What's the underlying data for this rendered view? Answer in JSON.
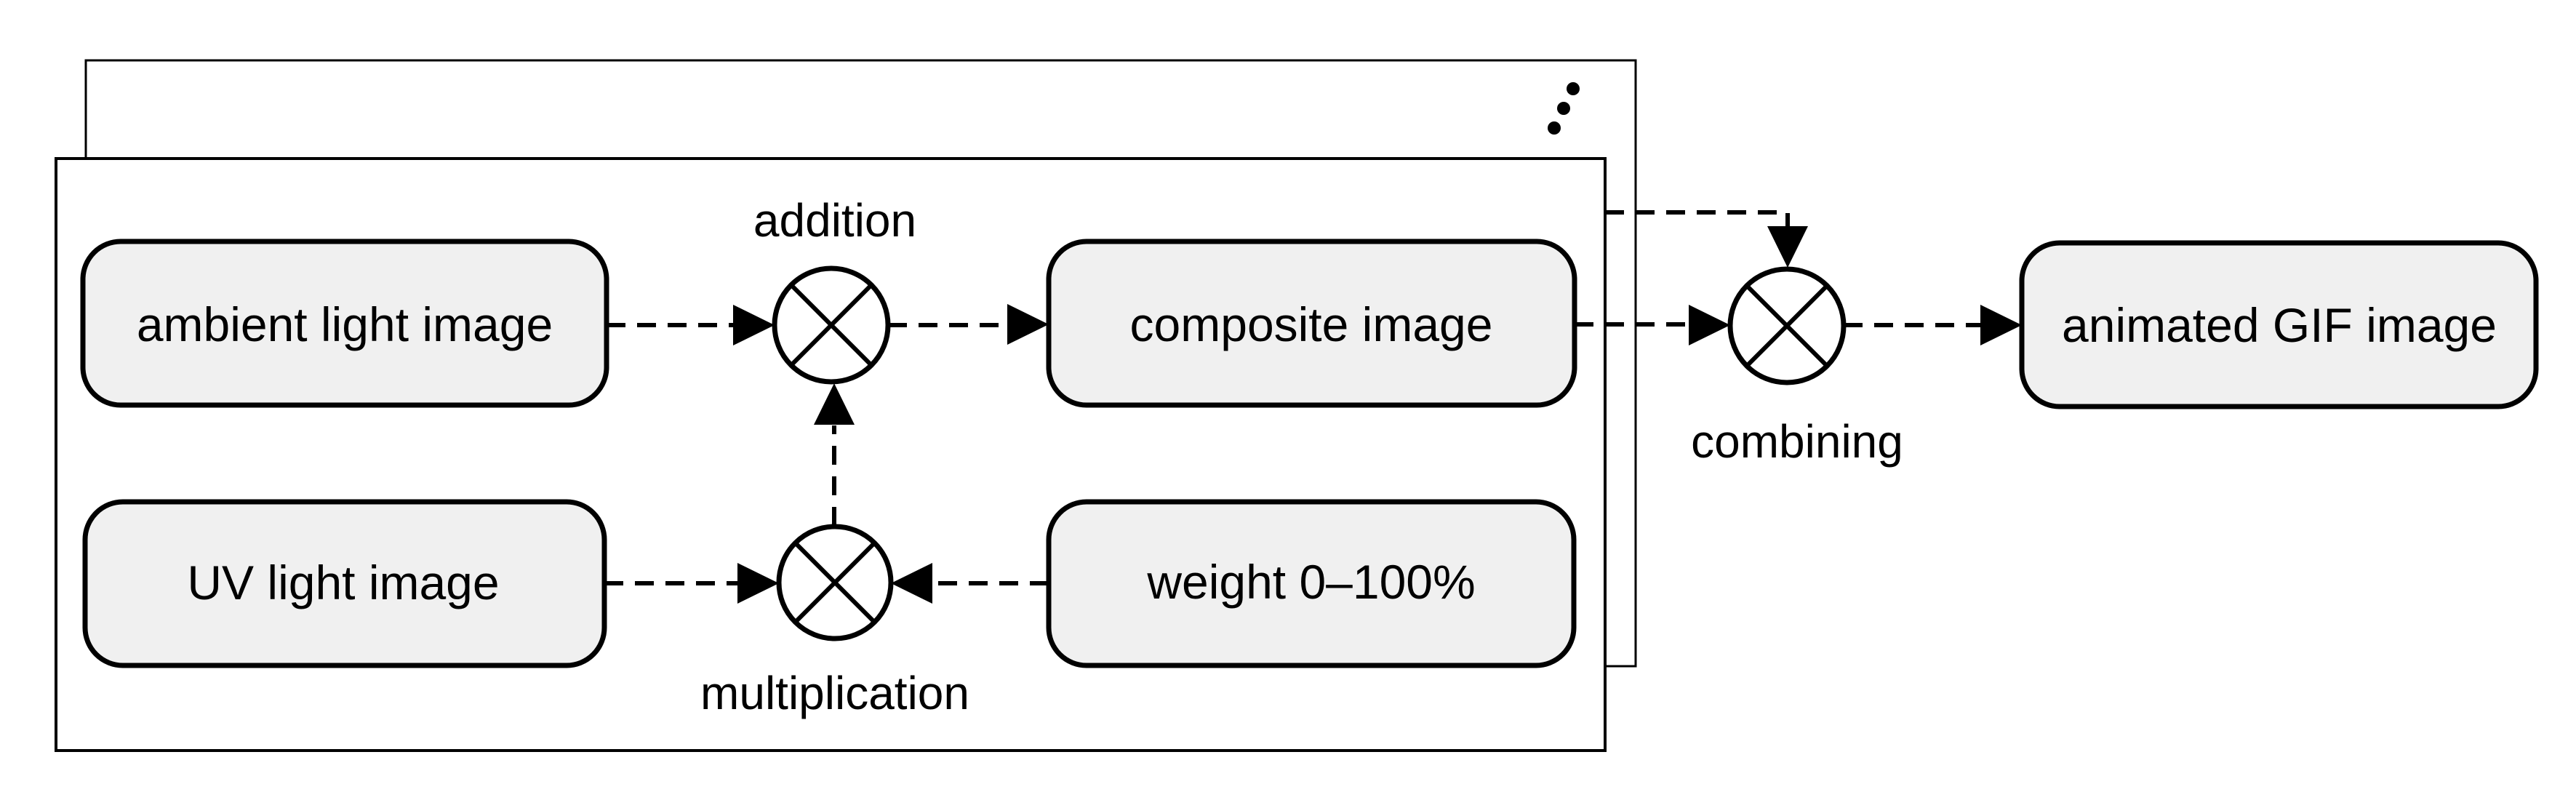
{
  "nodes": {
    "ambient": {
      "label": "ambient light image"
    },
    "uv": {
      "label": "UV light image"
    },
    "composite": {
      "label": "composite image"
    },
    "weight": {
      "label": "weight 0–100%"
    },
    "gif": {
      "label": "animated GIF image"
    }
  },
  "operators": {
    "addition": {
      "label": "addition"
    },
    "multiplication": {
      "label": "multiplication"
    },
    "combining": {
      "label": "combining"
    }
  },
  "colors": {
    "node_fill": "#f0f0f0",
    "stroke": "#000000",
    "background": "#ffffff"
  }
}
